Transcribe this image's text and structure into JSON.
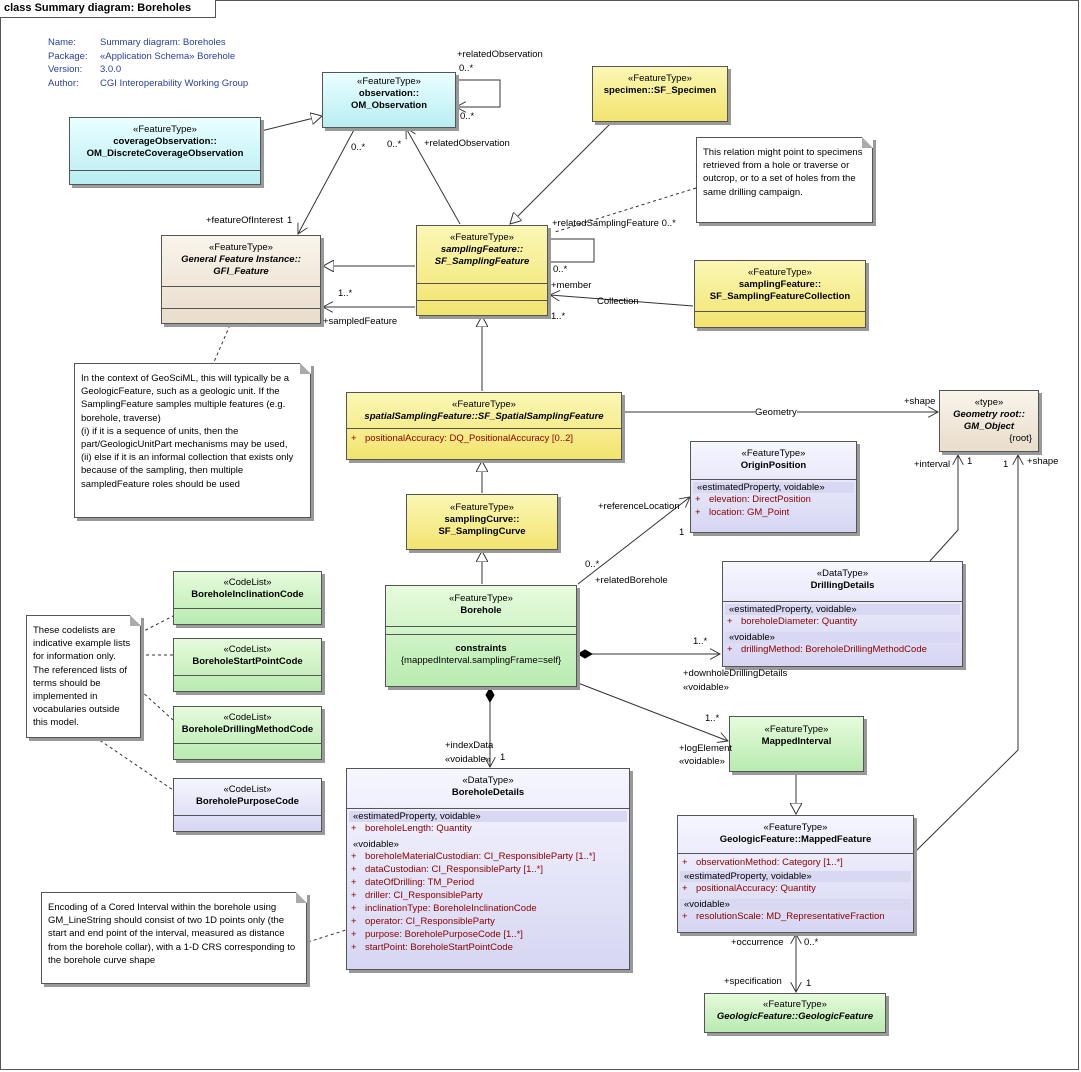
{
  "frame_title": "class Summary diagram: Boreholes",
  "meta": [
    {
      "key": "Name:",
      "value": "Summary diagram: Boreholes"
    },
    {
      "key": "Package:",
      "value": "«Application Schema» Borehole"
    },
    {
      "key": "Version:",
      "value": "3.0.0"
    },
    {
      "key": "Author:",
      "value": "CGI Interoperability Working Group"
    }
  ],
  "classes": {
    "om_observation": {
      "stereotype": "«FeatureType»",
      "name_line1": "observation::",
      "name_line2": "OM_Observation"
    },
    "coverage_obs": {
      "stereotype": "«FeatureType»",
      "name_line1": "coverageObservation::",
      "name_line2": "OM_DiscreteCoverageObservation"
    },
    "sf_specimen": {
      "stereotype": "«FeatureType»",
      "name_line1": "specimen::SF_Specimen"
    },
    "gfi_feature": {
      "stereotype": "«FeatureType»",
      "name_line1": "General Feature Instance::",
      "name_line2": "GFI_Feature"
    },
    "sf_sampling_feature": {
      "stereotype": "«FeatureType»",
      "name_line1": "samplingFeature::",
      "name_line2": "SF_SamplingFeature"
    },
    "sf_collection": {
      "stereotype": "«FeatureType»",
      "name_line1": "samplingFeature::",
      "name_line2": "SF_SamplingFeatureCollection"
    },
    "spatial_sf": {
      "stereotype": "«FeatureType»",
      "name_line1": "spatialSamplingFeature::SF_SpatialSamplingFeature",
      "attr_plus": "+",
      "attr": "positionalAccuracy:  DQ_PositionalAccuracy [0..2]"
    },
    "gm_object": {
      "stereotype": "«type»",
      "name_line1": "Geometry root::",
      "name_line2": "GM_Object",
      "tag": "{root}"
    },
    "origin_position": {
      "stereotype": "«FeatureType»",
      "name_line1": "OriginPosition",
      "section": "«estimatedProperty, voidable»",
      "attrs": [
        "elevation:  DirectPosition",
        "location:  GM_Point"
      ]
    },
    "sampling_curve": {
      "stereotype": "«FeatureType»",
      "name_line1": "samplingCurve::",
      "name_line2": "SF_SamplingCurve"
    },
    "borehole": {
      "stereotype": "«FeatureType»",
      "name_line1": "Borehole",
      "constraints_title": "constraints",
      "constraint": "{mappedInterval.samplingFrame=self}"
    },
    "drilling_details": {
      "stereotype": "«DataType»",
      "name_line1": "DrillingDetails",
      "section1": "«estimatedProperty, voidable»",
      "attrs1": [
        "boreholeDiameter:  Quantity"
      ],
      "section2": "«voidable»",
      "attrs2": [
        "drillingMethod:  BoreholeDrillingMethodCode"
      ]
    },
    "mapped_interval": {
      "stereotype": "«FeatureType»",
      "name_line1": "MappedInterval"
    },
    "borehole_details": {
      "stereotype": "«DataType»",
      "name_line1": "BoreholeDetails",
      "section1": "«estimatedProperty, voidable»",
      "attrs1": [
        "boreholeLength:  Quantity"
      ],
      "section2": "«voidable»",
      "attrs2": [
        "boreholeMaterialCustodian:  CI_ResponsibleParty [1..*]",
        "dataCustodian:  CI_ResponsibleParty [1..*]",
        "dateOfDrilling:  TM_Period",
        "driller:  CI_ResponsibleParty",
        "inclinationType:  BoreholeInclinationCode",
        "operator:  CI_ResponsibleParty",
        "purpose:  BoreholePurposeCode [1..*]",
        "startPoint:  BoreholeStartPointCode"
      ]
    },
    "mapped_feature": {
      "stereotype": "«FeatureType»",
      "name_line1": "GeologicFeature::MappedFeature",
      "attrs0": [
        "observationMethod:  Category [1..*]"
      ],
      "section1": "«estimatedProperty, voidable»",
      "attrs1": [
        "positionalAccuracy:  Quantity"
      ],
      "section2": "«voidable»",
      "attrs2": [
        "resolutionScale:  MD_RepresentativeFraction"
      ]
    },
    "geologic_feature": {
      "stereotype": "«FeatureType»",
      "name_line1": "GeologicFeature::GeologicFeature"
    },
    "cl_inclination": {
      "stereotype": "«CodeList»",
      "name_line1": "BoreholeInclinationCode"
    },
    "cl_startpoint": {
      "stereotype": "«CodeList»",
      "name_line1": "BoreholeStartPointCode"
    },
    "cl_drilling": {
      "stereotype": "«CodeList»",
      "name_line1": "BoreholeDrillingMethodCode"
    },
    "cl_purpose": {
      "stereotype": "«CodeList»",
      "name_line1": "BoreholePurposeCode"
    }
  },
  "notes": {
    "specimen_note": "This relation might point to specimens retrieved from a hole or traverse or outcrop, or to a set of holes from the same drilling campaign.",
    "geosciml_note": "In the context of GeoSciML, this will typically be a GeologicFeature, such as a geologic unit. If the SamplingFeature samples multiple features (e.g. borehole, traverse)\n(i) if it is a sequence of units, then the part/GeologicUnitPart mechanisms may be used,\n(ii) else if it is an informal collection that exists only because of the sampling, then multiple sampledFeature roles should be used",
    "codelist_note": "These codelists are indicative example lists for information only. The referenced lists of terms should be implemented in vocabularies outside this model.",
    "cored_note": "Encoding of a Cored Interval within the borehole using GM_LineString should consist of two 1D points only (the start and end point of the interval, measured as distance from the borehole collar), with a 1-D CRS corresponding to the borehole curve shape"
  },
  "labels": {
    "related_obs_top": "+relatedObservation",
    "mult_0star_a": "0..*",
    "mult_0star_b": "0..*",
    "mult_0star_c": "0..*",
    "mult_0star_d": "0..*",
    "related_obs": "+relatedObservation",
    "feature_of_interest": "+featureOfInterest",
    "mult_1_foi": "1",
    "related_sf": "+relatedSamplingFeature 0..*",
    "mult_0star_rsf": "0..*",
    "member": "+member",
    "collection": "Collection",
    "mult_1star_member": "1..*",
    "mult_1star_sampled": "1..*",
    "sampled_feature": "+sampledFeature",
    "geometry": "Geometry",
    "shape_top": "+shape",
    "interval": "+interval",
    "mult_1_interval": "1",
    "mult_1_shape": "1",
    "shape_right": "+shape",
    "reference_location": "+referenceLocation",
    "mult_1_refloc": "1",
    "mult_0star_rb": "0..*",
    "related_borehole": "+relatedBorehole",
    "mult_1star_dd": "1..*",
    "downhole_drilling": "+downholeDrillingDetails",
    "voidable_dd": "«voidable»",
    "mult_1star_log": "1..*",
    "log_element": "+logElement",
    "voidable_log": "«voidable»",
    "index_data": "+indexData",
    "voidable_idx": "«voidable»",
    "mult_1_idx": "1",
    "occurrence": "+occurrence",
    "mult_0star_occ": "0..*",
    "specification": "+specification",
    "mult_1_spec": "1"
  }
}
